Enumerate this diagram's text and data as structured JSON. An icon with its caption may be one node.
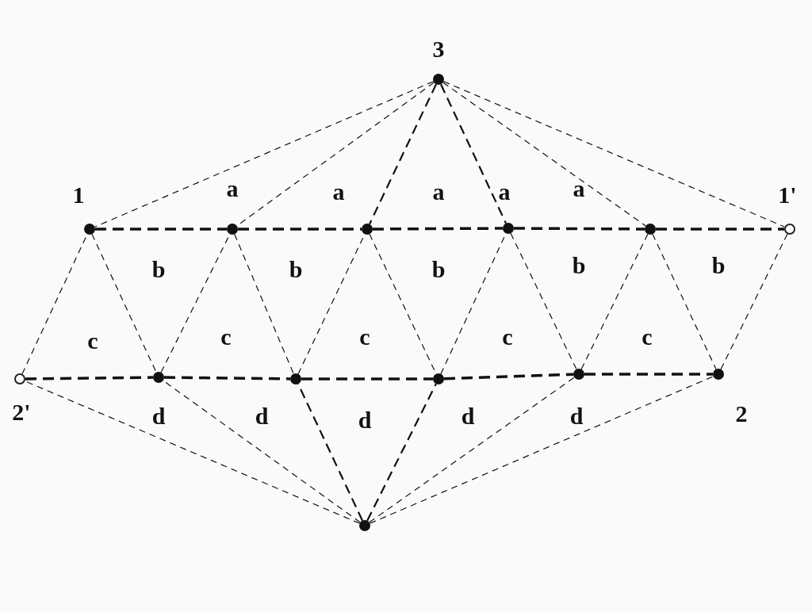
{
  "diagram": {
    "nodes": [
      {
        "text": [],
        "shape": "circle",
        "beside": [
          "3"
        ]
      },
      {
        "text": [],
        "shape": "circle",
        "beside": [
          "1"
        ]
      },
      {
        "text": [],
        "shape": "circle"
      },
      {
        "text": [],
        "shape": "circle"
      },
      {
        "text": [],
        "shape": "circle"
      },
      {
        "text": [],
        "shape": "circle"
      },
      {
        "text": [],
        "shape": "circle",
        "beside": [
          "1'"
        ]
      },
      {
        "text": [],
        "shape": "circle",
        "beside": [
          "2'"
        ]
      },
      {
        "text": [],
        "shape": "circle"
      },
      {
        "text": [],
        "shape": "circle"
      },
      {
        "text": [],
        "shape": "circle"
      },
      {
        "text": [],
        "shape": "circle"
      },
      {
        "text": [],
        "shape": "circle",
        "beside": [
          "2"
        ]
      },
      {
        "text": [],
        "shape": "circle"
      }
    ],
    "edges": [
      {
        "from": 0,
        "to": 1,
        "arrow": "none",
        "style": "dashed"
      },
      {
        "from": 0,
        "to": 2,
        "arrow": "none",
        "style": "dashed"
      },
      {
        "from": 0,
        "to": 3,
        "arrow": "none",
        "style": "dashed"
      },
      {
        "from": 0,
        "to": 4,
        "arrow": "none",
        "style": "dashed"
      },
      {
        "from": 0,
        "to": 5,
        "arrow": "none",
        "style": "dashed"
      },
      {
        "from": 0,
        "to": 6,
        "arrow": "none",
        "style": "dashed"
      },
      {
        "from": 1,
        "to": 2,
        "arrow": "none",
        "style": "dashed"
      },
      {
        "from": 2,
        "to": 3,
        "arrow": "none",
        "style": "dashed"
      },
      {
        "from": 3,
        "to": 4,
        "arrow": "none",
        "style": "dashed"
      },
      {
        "from": 4,
        "to": 5,
        "arrow": "none",
        "style": "dashed"
      },
      {
        "from": 5,
        "to": 6,
        "arrow": "none",
        "style": "dashed"
      },
      {
        "from": 7,
        "to": 1,
        "arrow": "none",
        "style": "dashed"
      },
      {
        "from": 1,
        "to": 8,
        "arrow": "none",
        "style": "dashed"
      },
      {
        "from": 8,
        "to": 2,
        "arrow": "none",
        "style": "dashed"
      },
      {
        "from": 2,
        "to": 9,
        "arrow": "none",
        "style": "dashed"
      },
      {
        "from": 9,
        "to": 3,
        "arrow": "none",
        "style": "dashed"
      },
      {
        "from": 3,
        "to": 10,
        "arrow": "none",
        "style": "dashed"
      },
      {
        "from": 10,
        "to": 4,
        "arrow": "none",
        "style": "dashed"
      },
      {
        "from": 4,
        "to": 11,
        "arrow": "none",
        "style": "dashed"
      },
      {
        "from": 11,
        "to": 5,
        "arrow": "none",
        "style": "dashed"
      },
      {
        "from": 5,
        "to": 12,
        "arrow": "none",
        "style": "dashed"
      },
      {
        "from": 12,
        "to": 6,
        "arrow": "none",
        "style": "dashed"
      },
      {
        "from": 7,
        "to": 8,
        "arrow": "none",
        "style": "dashed"
      },
      {
        "from": 8,
        "to": 9,
        "arrow": "none",
        "style": "dashed"
      },
      {
        "from": 9,
        "to": 10,
        "arrow": "none",
        "style": "dashed"
      },
      {
        "from": 10,
        "to": 11,
        "arrow": "none",
        "style": "dashed"
      },
      {
        "from": 11,
        "to": 12,
        "arrow": "none",
        "style": "dashed"
      },
      {
        "from": 13,
        "to": 7,
        "arrow": "none",
        "style": "dashed"
      },
      {
        "from": 13,
        "to": 8,
        "arrow": "none",
        "style": "dashed"
      },
      {
        "from": 13,
        "to": 9,
        "arrow": "none",
        "style": "dashed"
      },
      {
        "from": 13,
        "to": 10,
        "arrow": "none",
        "style": "dashed"
      },
      {
        "from": 13,
        "to": 11,
        "arrow": "none",
        "style": "dashed"
      },
      {
        "from": 13,
        "to": 12,
        "arrow": "none",
        "style": "dashed"
      }
    ],
    "labels": [
      "a",
      "a",
      "a",
      "a",
      "a",
      "b",
      "b",
      "b",
      "b",
      "b",
      "c",
      "c",
      "c",
      "c",
      "c",
      "d",
      "d",
      "d",
      "d",
      "d"
    ]
  }
}
